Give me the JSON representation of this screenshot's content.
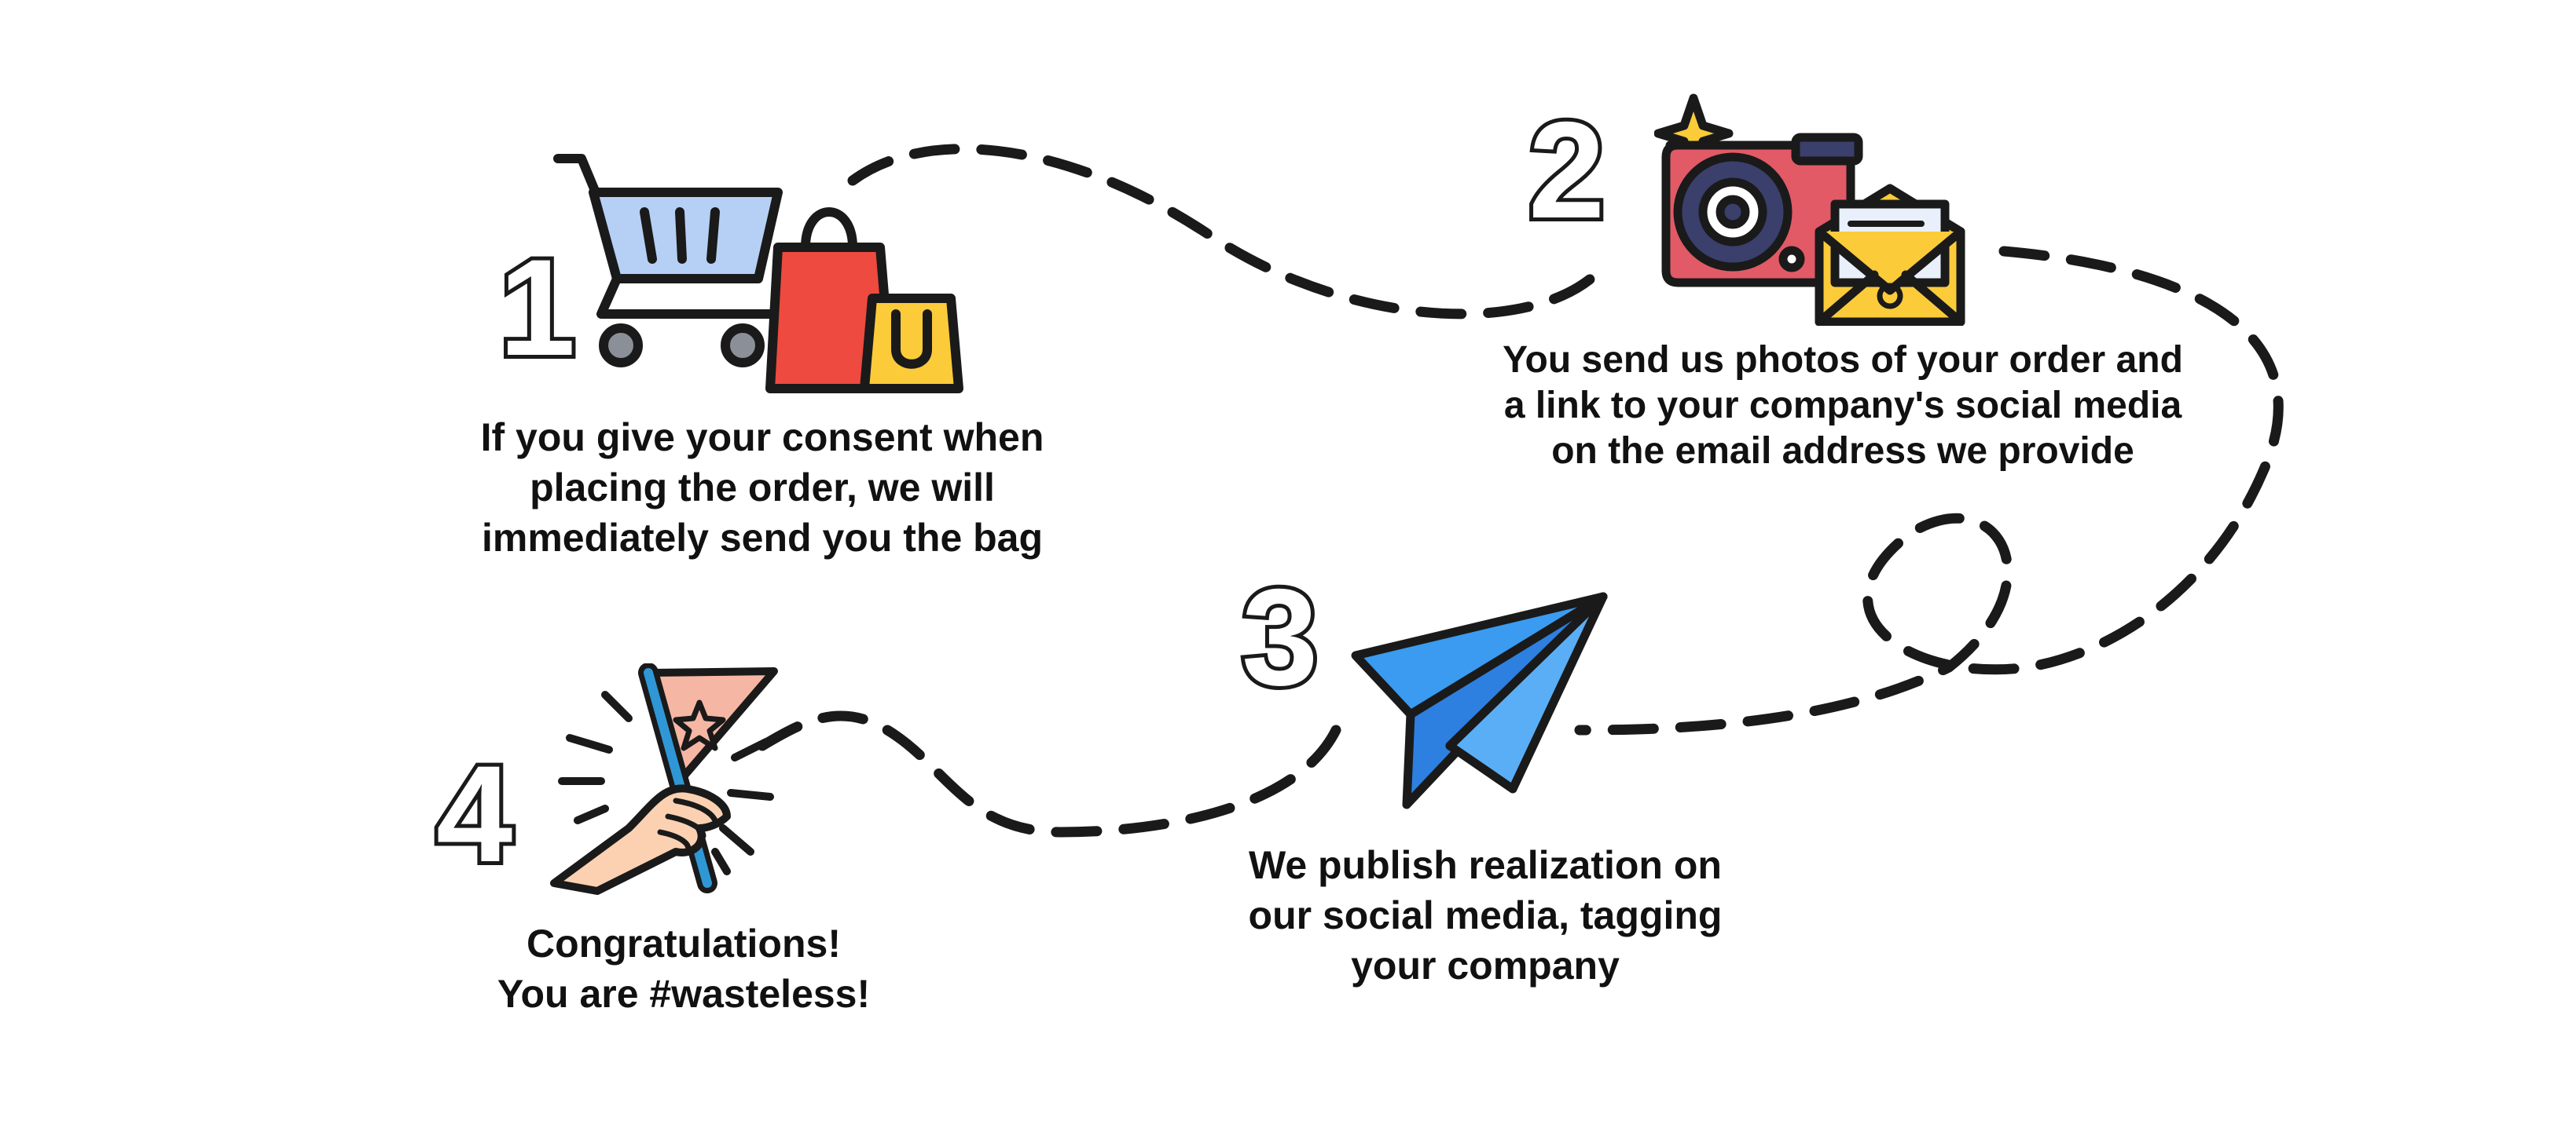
{
  "steps": [
    {
      "number": "1",
      "icon": "shopping-cart-and-bags-icon",
      "lines": [
        "If you give your consent when",
        "placing the order, we will",
        "immediately send you the bag"
      ]
    },
    {
      "number": "2",
      "icon": "camera-and-email-envelope-icon",
      "lines": [
        "You send us photos of your order and",
        "a link to your company's social media",
        "on the email address we provide"
      ]
    },
    {
      "number": "3",
      "icon": "paper-plane-icon",
      "lines": [
        "We publish realization on",
        "our social media, tagging",
        "your company"
      ]
    },
    {
      "number": "4",
      "icon": "hand-holding-flag-icon",
      "lines": [
        "Congratulations!",
        "You are #wasteless!"
      ]
    }
  ],
  "colors": {
    "outline": "#1a1a1a",
    "cart_blue": "#b6cff5",
    "bag_red": "#ee4a3f",
    "bag_yellow": "#fbcb3a",
    "camera_red": "#e15a66",
    "plane_blue": "#3a9bf0",
    "flag_pink": "#f6b6a4",
    "skin": "#fbd1b2"
  }
}
